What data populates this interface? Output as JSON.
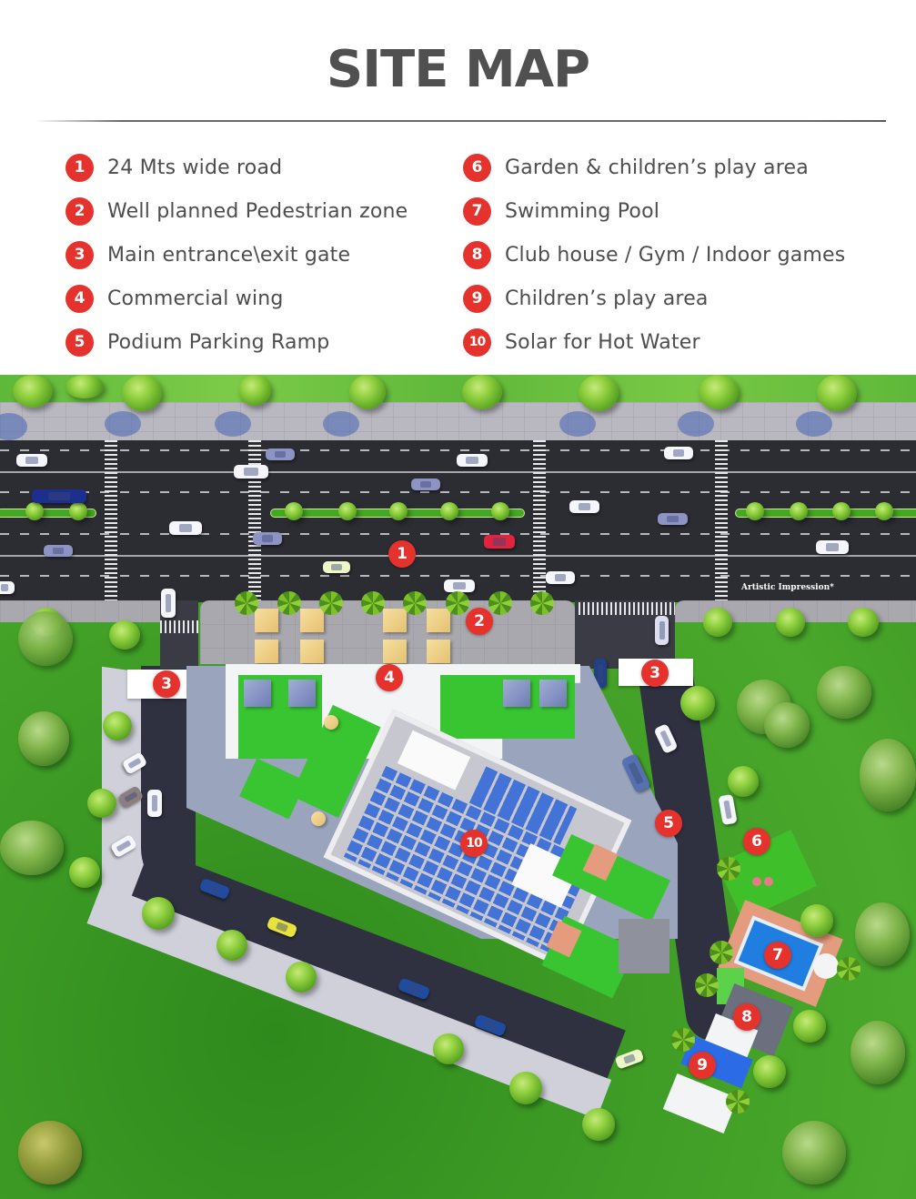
{
  "header": {
    "title": "SITE MAP"
  },
  "legend": {
    "left": [
      {
        "number": "1",
        "label": "24 Mts wide road"
      },
      {
        "number": "2",
        "label": "Well planned Pedestrian zone"
      },
      {
        "number": "3",
        "label": "Main entrance\\exit gate"
      },
      {
        "number": "4",
        "label": "Commercial wing"
      },
      {
        "number": "5",
        "label": "Podium Parking Ramp"
      }
    ],
    "right": [
      {
        "number": "6",
        "label": "Garden & children’s play area"
      },
      {
        "number": "7",
        "label": "Swimming Pool"
      },
      {
        "number": "8",
        "label": "Club house / Gym / Indoor games"
      },
      {
        "number": "9",
        "label": "Children’s play area"
      },
      {
        "number": "10",
        "label": "Solar for Hot Water"
      }
    ]
  },
  "map": {
    "watermark": "Artistic Impression*",
    "markers": [
      {
        "number": "1",
        "feature": "road"
      },
      {
        "number": "2",
        "feature": "pedestrian-zone"
      },
      {
        "number": "3",
        "feature": "entrance-gate-left"
      },
      {
        "number": "3",
        "feature": "entrance-gate-right"
      },
      {
        "number": "4",
        "feature": "commercial-wing"
      },
      {
        "number": "5",
        "feature": "parking-ramp"
      },
      {
        "number": "6",
        "feature": "garden"
      },
      {
        "number": "7",
        "feature": "swimming-pool"
      },
      {
        "number": "8",
        "feature": "club-house"
      },
      {
        "number": "9",
        "feature": "play-area"
      },
      {
        "number": "10",
        "feature": "solar"
      }
    ]
  },
  "colors": {
    "accent_red": "#e5322c",
    "title_gray": "#505050",
    "text_gray": "#4d4d4d"
  }
}
